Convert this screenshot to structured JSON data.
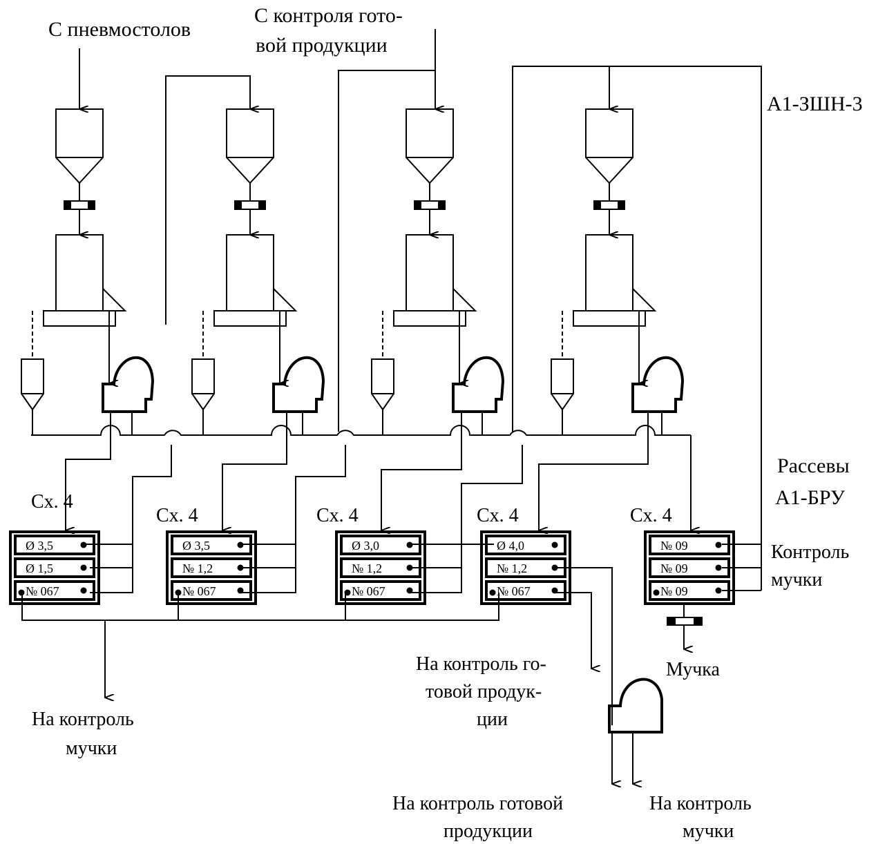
{
  "labels": {
    "from_pneumotables": "С пневмостолов",
    "from_control_1": "С контроля гото-",
    "from_control_2": "вой продукции",
    "machine_top": "А1-ЗШН-3",
    "sifters_1": "Рассевы",
    "sifters_2": "А1-БРУ",
    "scheme": "Сх. 4",
    "flour_control_left_1": "На контроль",
    "flour_control_left_2": "мучки",
    "finished_mid_1": "На контроль го-",
    "finished_mid_2": "товой продук-",
    "finished_mid_3": "ции",
    "flour_out": "Мучка",
    "finished_bottom_1": "На контроль готовой",
    "finished_bottom_2": "продукции",
    "flour_control_bottom_1": "На контроль",
    "flour_control_bottom_2": "мучки",
    "flour_control_right_1": "Контроль",
    "flour_control_right_2": "мучки"
  },
  "sifters": [
    {
      "sieves": [
        "Ø 3,5",
        "Ø 1,5",
        "№ 067"
      ]
    },
    {
      "sieves": [
        "Ø 3,5",
        "№ 1,2",
        "№ 067"
      ]
    },
    {
      "sieves": [
        "Ø 3,0",
        "№ 1,2",
        "№ 067"
      ]
    },
    {
      "sieves": [
        "Ø 4,0",
        "№ 1,2",
        "№ 067"
      ]
    },
    {
      "sieves": [
        "№ 09",
        "№ 09",
        "№ 09"
      ]
    }
  ]
}
